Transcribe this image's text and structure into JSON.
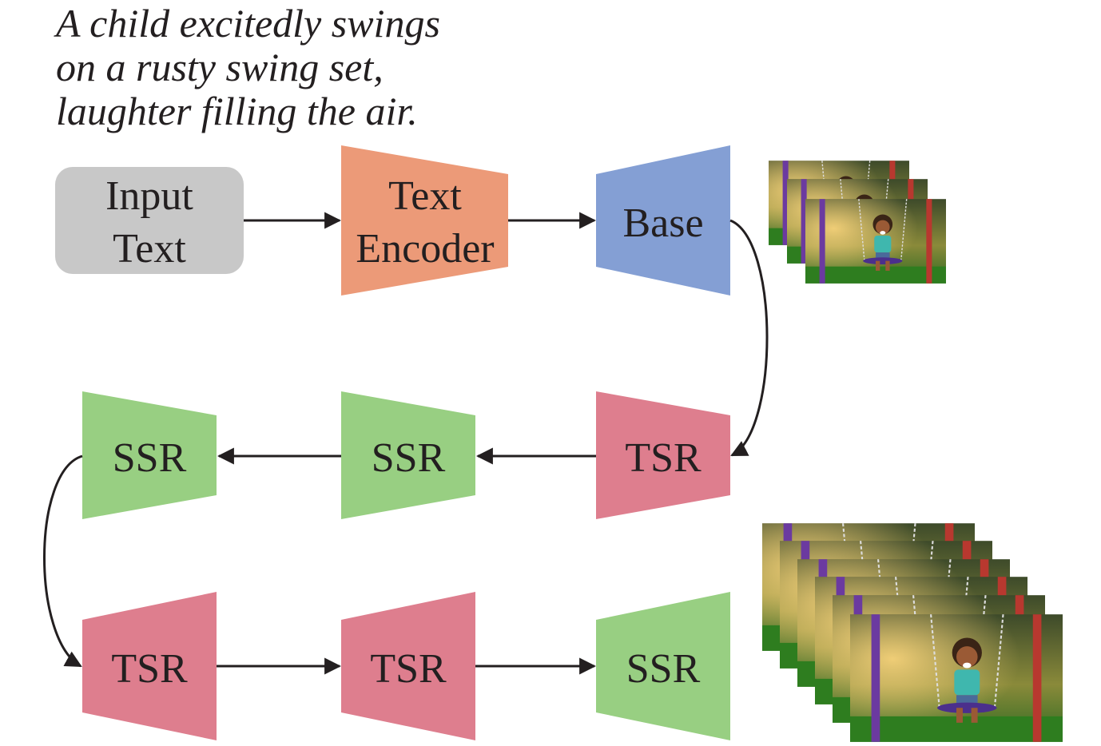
{
  "prompt": {
    "line1": "A child excitedly swings",
    "line2": "on a rusty swing set,",
    "line3": "laughter filling the air."
  },
  "input": {
    "line1": "Input",
    "line2": "Text"
  },
  "encoder": {
    "line1": "Text",
    "line2": "Encoder"
  },
  "modules": {
    "base": "Base",
    "tsr_1": "TSR",
    "ssr_1": "SSR",
    "ssr_2": "SSR",
    "tsr_2": "TSR",
    "tsr_3": "TSR",
    "ssr_3": "SSR"
  },
  "colors": {
    "input_box": "#c8c8c8",
    "text_encoder": "#ec9a78",
    "base": "#849fd4",
    "tsr": "#de7e8e",
    "ssr": "#98cf82",
    "arrow": "#231f20"
  },
  "outputs": {
    "base_frame_count": 3,
    "final_frame_count": 6
  }
}
